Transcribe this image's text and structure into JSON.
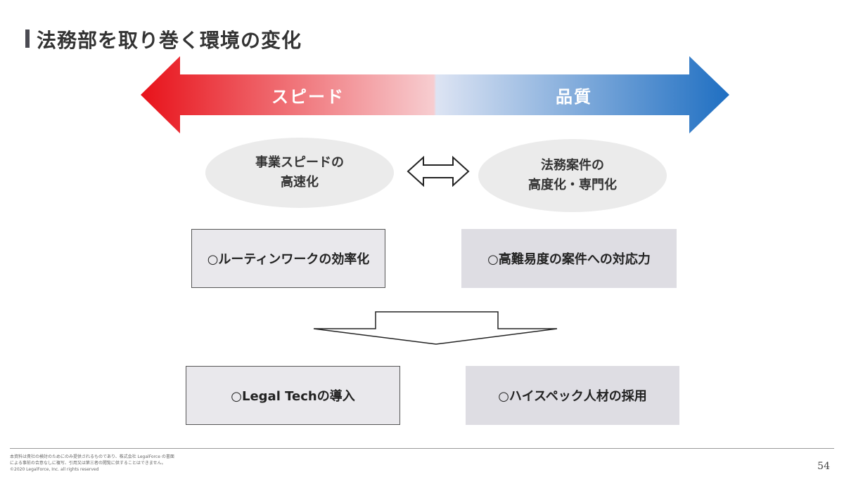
{
  "slide": {
    "title": "法務部を取り巻く環境の変化",
    "page_number": "54"
  },
  "axis": {
    "left_label": "スピード",
    "right_label": "品質",
    "colors": {
      "left_end": "#e8121a",
      "left_mid": "#f7cdd0",
      "right_mid": "#dde4f3",
      "right_end": "#1f6fc2"
    }
  },
  "ellipses": {
    "left": "事業スピードの\n高速化",
    "right": "法務案件の\n高度化・専門化"
  },
  "boxes": {
    "challenge_left": "○ルーティンワークの効率化",
    "challenge_right": "○高難易度の案件への対応力",
    "solution_left": "○Legal Techの導入",
    "solution_right": "○ハイスペック人材の採用"
  },
  "footer": {
    "text": "本資料は貴社の検討のためにのみ提供されるものであり、株式会社 LegalForce の書面\nによる事前の合意なしに複写、引用又は第三者の閲覧に供することはできません。\n©2020 LegalForce, Inc. all rights reserved"
  }
}
